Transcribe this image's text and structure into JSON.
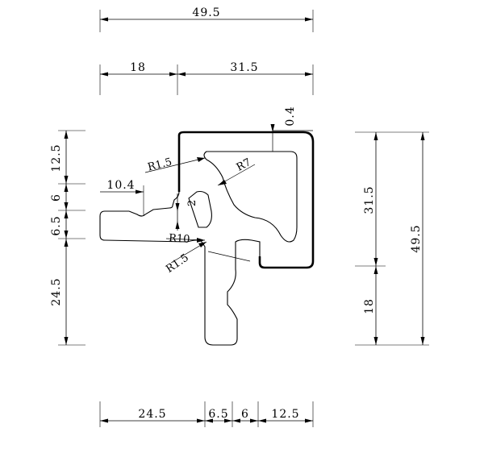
{
  "dimensions": {
    "top_overall": "49.5",
    "top_left": "18",
    "top_right": "31.5",
    "wall_thickness": "0.4",
    "left_12_5": "12.5",
    "left_6": "6",
    "left_6_5": "6.5",
    "left_24_5": "24.5",
    "right_31_5": "31.5",
    "right_18": "18",
    "right_overall": "49.5",
    "bottom_24_5": "24.5",
    "bottom_6_5": "6.5",
    "bottom_6": "6",
    "bottom_12_5": "12.5",
    "arm_length": "10.4",
    "gap_2": "2",
    "radius_r1_5_top": "R1.5",
    "radius_r7": "R7",
    "radius_r10": "R10",
    "radius_r1_5_bottom": "R1.5"
  }
}
